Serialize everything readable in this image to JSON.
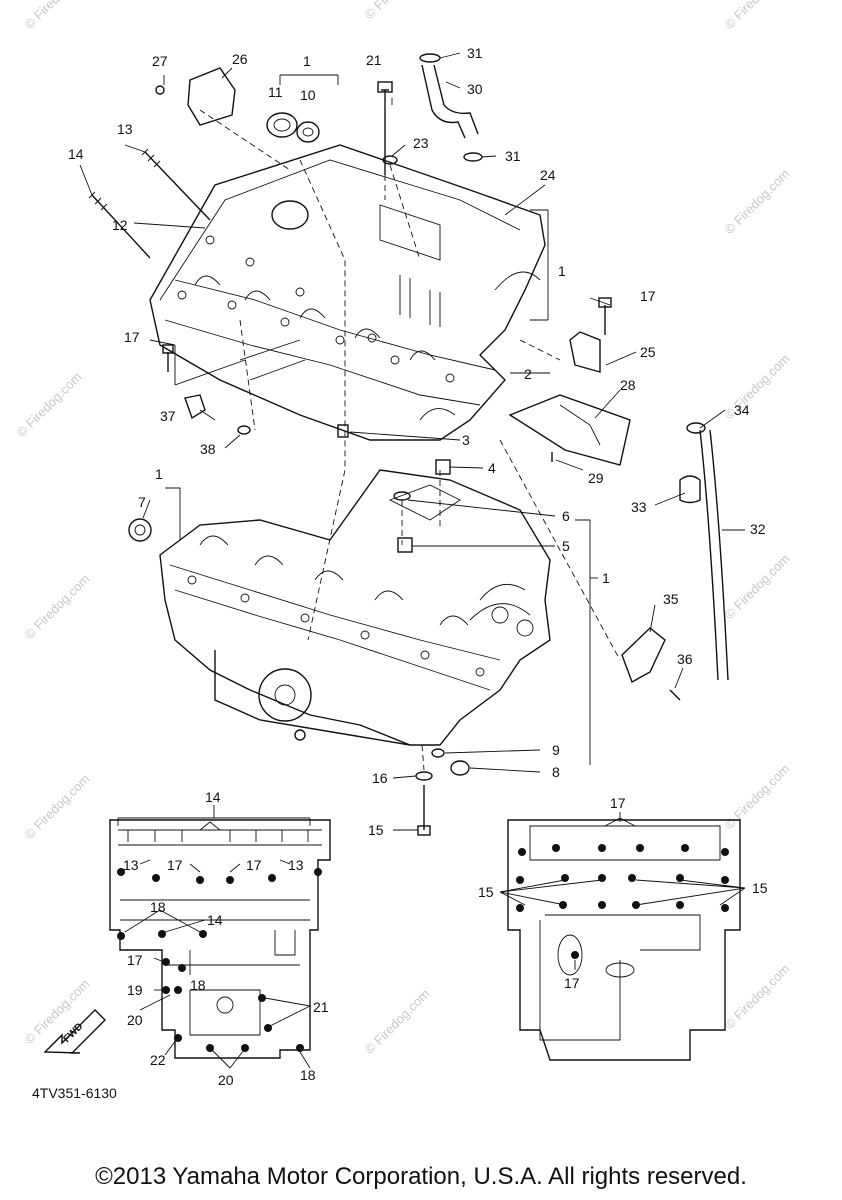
{
  "diagram": {
    "code": "4TV351-6130",
    "fwd_label": "FWD",
    "copyright": "©2013 Yamaha Motor Corporation, U.S.A. All rights reserved."
  },
  "watermark": {
    "text": "© Firedog.com"
  },
  "callouts": {
    "c1": "1",
    "c2": "2",
    "c3": "3",
    "c4": "4",
    "c5": "5",
    "c6": "6",
    "c7": "7",
    "c8": "8",
    "c9": "9",
    "c10": "10",
    "c11": "11",
    "c12": "12",
    "c13": "13",
    "c14": "14",
    "c15": "15",
    "c16": "16",
    "c17": "17",
    "c18": "18",
    "c19": "19",
    "c20": "20",
    "c21": "21",
    "c22": "22",
    "c23": "23",
    "c24": "24",
    "c25": "25",
    "c26": "26",
    "c27": "27",
    "c28": "28",
    "c29": "29",
    "c30": "30",
    "c31": "31",
    "c32": "32",
    "c33": "33",
    "c34": "34",
    "c35": "35",
    "c36": "36",
    "c37": "37",
    "c38": "38"
  }
}
